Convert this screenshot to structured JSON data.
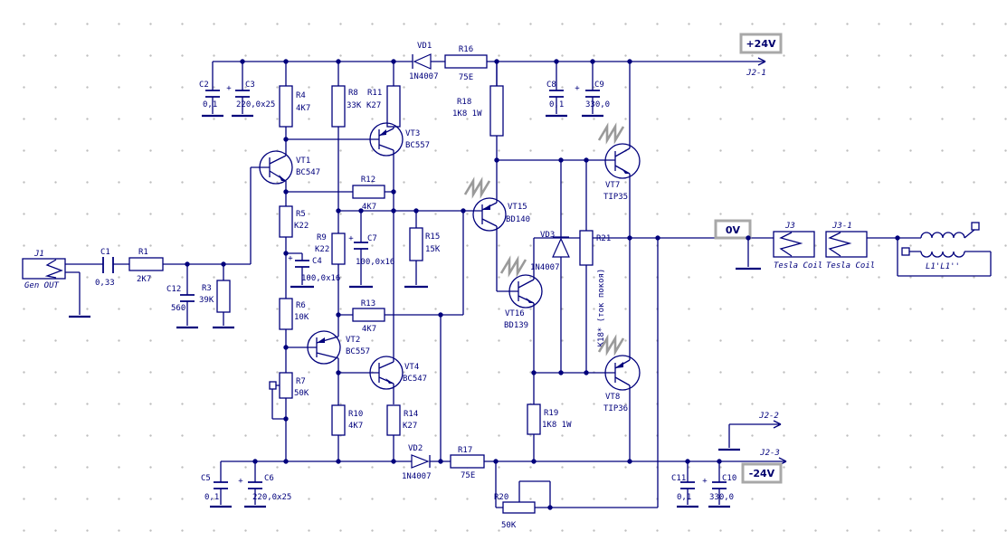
{
  "power": {
    "p24": "+24V",
    "zero": "0V",
    "n24": "-24V",
    "j2_1": "J2-1",
    "j2_2": "J2-2",
    "j2_3": "J2-3"
  },
  "connectors": {
    "j1": {
      "ref": "J1",
      "name": "Gen OUT"
    },
    "j3": {
      "ref": "J3",
      "name": "Tesla Coil"
    },
    "j3_1": {
      "ref": "J3-1",
      "name": "Tesla Coil"
    },
    "l1": {
      "ref": "L1'L1''"
    }
  },
  "resistors": {
    "r1": {
      "ref": "R1",
      "value": "2K7"
    },
    "r3": {
      "ref": "R3",
      "value": "39K"
    },
    "r4": {
      "ref": "R4",
      "value": "4K7"
    },
    "r5": {
      "ref": "R5",
      "value": "K22"
    },
    "r6": {
      "ref": "R6",
      "value": "10K"
    },
    "r7": {
      "ref": "R7",
      "value": "50K"
    },
    "r8": {
      "ref": "R8",
      "value": "33K"
    },
    "r9": {
      "ref": "R9",
      "value": "K22"
    },
    "r10": {
      "ref": "R10",
      "value": "4K7"
    },
    "r11": {
      "ref": "R11",
      "value": "K27"
    },
    "r12": {
      "ref": "R12",
      "value": "4K7"
    },
    "r13": {
      "ref": "R13",
      "value": "4K7"
    },
    "r14": {
      "ref": "R14",
      "value": "K27"
    },
    "r15": {
      "ref": "R15",
      "value": "15K"
    },
    "r16": {
      "ref": "R16",
      "value": "75E"
    },
    "r17": {
      "ref": "R17",
      "value": "75E"
    },
    "r18": {
      "ref": "R18",
      "value": "1K8 1W"
    },
    "r19": {
      "ref": "R19",
      "value": "1K8 1W"
    },
    "r20": {
      "ref": "R20",
      "value": "50K"
    },
    "r21": {
      "ref": "R21",
      "value": "К18*",
      "note": "(ток покоя)"
    }
  },
  "capacitors": {
    "c1": {
      "ref": "C1",
      "value": "0,33"
    },
    "c2": {
      "ref": "C2",
      "value": "0,1"
    },
    "c3": {
      "ref": "C3",
      "value": "220,0x25"
    },
    "c4": {
      "ref": "C4",
      "value": "100,0x16"
    },
    "c5": {
      "ref": "C5",
      "value": "0,1"
    },
    "c6": {
      "ref": "C6",
      "value": "220,0x25"
    },
    "c7": {
      "ref": "C7",
      "value": "100,0x16"
    },
    "c8": {
      "ref": "C8",
      "value": "0,1"
    },
    "c9": {
      "ref": "C9",
      "value": "330,0"
    },
    "c10": {
      "ref": "C10",
      "value": "330,0"
    },
    "c11": {
      "ref": "C11",
      "value": "0,1"
    },
    "c12": {
      "ref": "C12",
      "value": "560"
    }
  },
  "diodes": {
    "vd1": {
      "ref": "VD1",
      "part": "1N4007"
    },
    "vd2": {
      "ref": "VD2",
      "part": "1N4007"
    },
    "vd3": {
      "ref": "VD3",
      "part": "1N4007"
    }
  },
  "transistors": {
    "vt1": {
      "ref": "VT1",
      "part": "BC547"
    },
    "vt2": {
      "ref": "VT2",
      "part": "BC557"
    },
    "vt3": {
      "ref": "VT3",
      "part": "BC557"
    },
    "vt4": {
      "ref": "VT4",
      "part": "BC547"
    },
    "vt7": {
      "ref": "VT7",
      "part": "TIP35"
    },
    "vt8": {
      "ref": "VT8",
      "part": "TIP36"
    },
    "vt15": {
      "ref": "VT15",
      "part": "BD140"
    },
    "vt16": {
      "ref": "VT16",
      "part": "BD139"
    }
  },
  "misc": {
    "plus": "+"
  },
  "colors": {
    "wire": "#00007c",
    "heatsink": "#9a9a9a",
    "power_frame": "#a8a8a8"
  }
}
